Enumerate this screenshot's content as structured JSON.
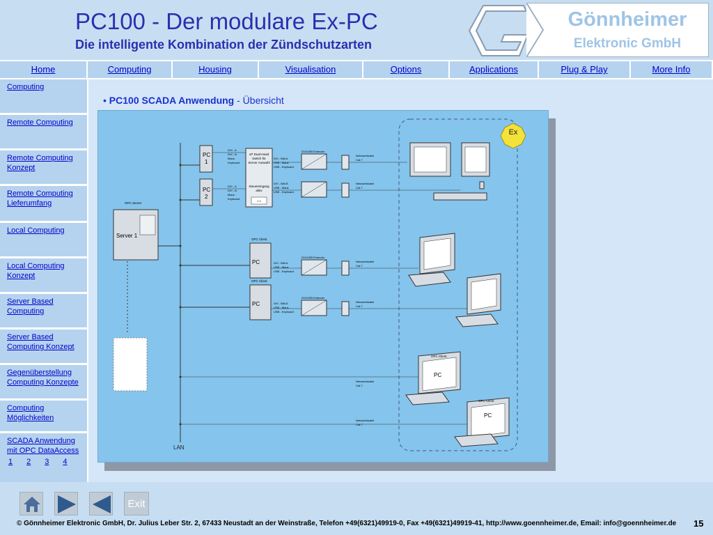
{
  "header": {
    "title": "PC100 - Der modulare Ex-PC",
    "subtitle": "Die intelligente Kombination der Zündschutzarten",
    "logo_line1": "Gönnheimer",
    "logo_line2": "Elektronic GmbH"
  },
  "nav": {
    "items": [
      {
        "label": "Home"
      },
      {
        "label": "Computing"
      },
      {
        "label": "Housing"
      },
      {
        "label": "Visualisation"
      },
      {
        "label": "Options"
      },
      {
        "label": "Applications"
      },
      {
        "label": "Plug & Play"
      },
      {
        "label": "More Info"
      }
    ]
  },
  "sidebar": {
    "items": [
      {
        "label": "Computing"
      },
      {
        "label": "Remote Computing"
      },
      {
        "label": "Remote Computing Konzept"
      },
      {
        "label": "Remote Computing Lieferumfang"
      },
      {
        "label": "Local Computing"
      },
      {
        "label": "Local Computing Konzept"
      },
      {
        "label": "Server Based Computing"
      },
      {
        "label": "Server Based Computing Konzept"
      },
      {
        "label": "Gegenüberstellung Computing Konzepte"
      },
      {
        "label": "Computing Möglichkeiten"
      },
      {
        "label": "SCADA Anwendung mit OPC DataAccess"
      }
    ],
    "pages": [
      "1",
      "2",
      "3",
      "4"
    ]
  },
  "main": {
    "heading_bold": "PC100 SCADA Anwendung",
    "heading_rest": " - Übersicht"
  },
  "diagram": {
    "ex_label": "Ex",
    "pc1": "PC\n1",
    "pc1_line1": "PC",
    "pc1_line2": "1",
    "pc2_line1": "PC",
    "pc2_line2": "2",
    "dvi_a1": "DVI - A",
    "dvi_b1": "DVI - B",
    "maus1": "Maus",
    "keyboard1": "Keyboard",
    "switch1": "uP Dual-Head",
    "switch2": "Switch für",
    "switch3": "Server Auswahl",
    "steuer1": "Steuereingang",
    "steuer2": "aktiv",
    "steuer_12": "1   2",
    "bild_a": "DVI - Bild A",
    "bild_b": "DVI - Bild B",
    "usb_maus": "USB - Maus",
    "usb_keyboard": "USB - Keyboard",
    "extender": "DVI/USB Extender",
    "netz1": "Netzwerkkabel",
    "netz2": "Cat.7",
    "opc_server": "OPC Server",
    "server1": "Server 1",
    "opc_client": "OPC Client",
    "pc": "PC",
    "lan": "LAN"
  },
  "footer": {
    "exit_label": "Exit",
    "copyright": "©  Gönnheimer Elektronic GmbH, Dr. Julius Leber Str. 2, 67433 Neustadt an der Weinstraße, Telefon +49(6321)49919-0, Fax +49(6321)49919-41, http://www.goennheimer.de, Email: info@goennheimer.de",
    "page_number": "15"
  }
}
